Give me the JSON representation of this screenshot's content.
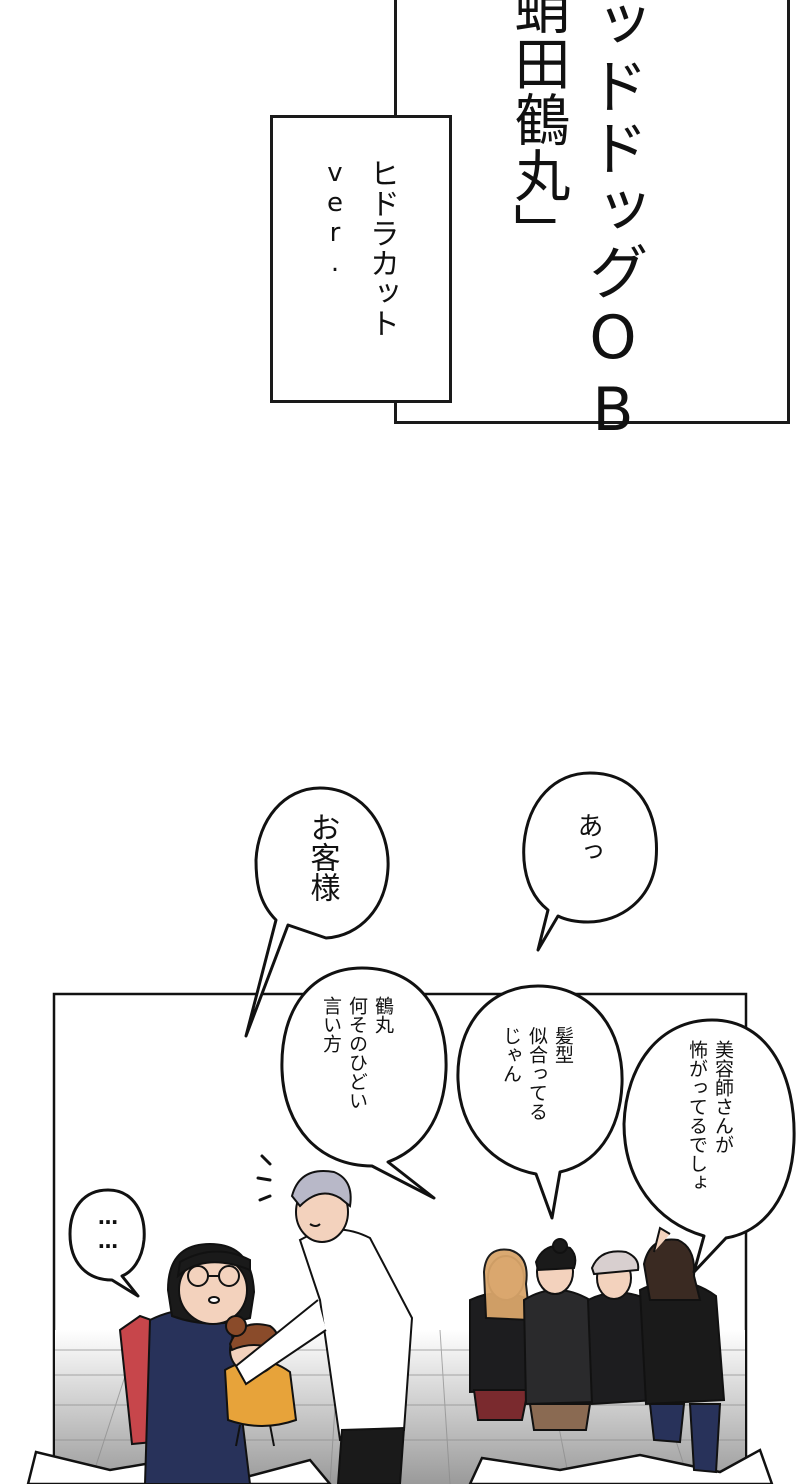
{
  "caption_main": {
    "line1": "ッドドッグOB",
    "line2": "蛸田鶴丸」"
  },
  "caption_sub": {
    "line1": "ヒドラカット",
    "line2": "ver."
  },
  "bubbles": {
    "a": "あっ",
    "okyakusama": "お客様",
    "tsurumaru": "鶴丸\n何そのひどい\n言い方",
    "kamigata": "髪型\n似合ってる\nじゃん",
    "biyoushi": "美容師さんが\n怖がってるでしょ",
    "dots": "……"
  },
  "colors": {
    "ink": "#111111",
    "jacket": "#1d1d1f",
    "navy_coat": "#28325a",
    "red_backpack": "#c7464b",
    "yellow_child": "#e7a33a",
    "skin": "#f3d2bd"
  }
}
